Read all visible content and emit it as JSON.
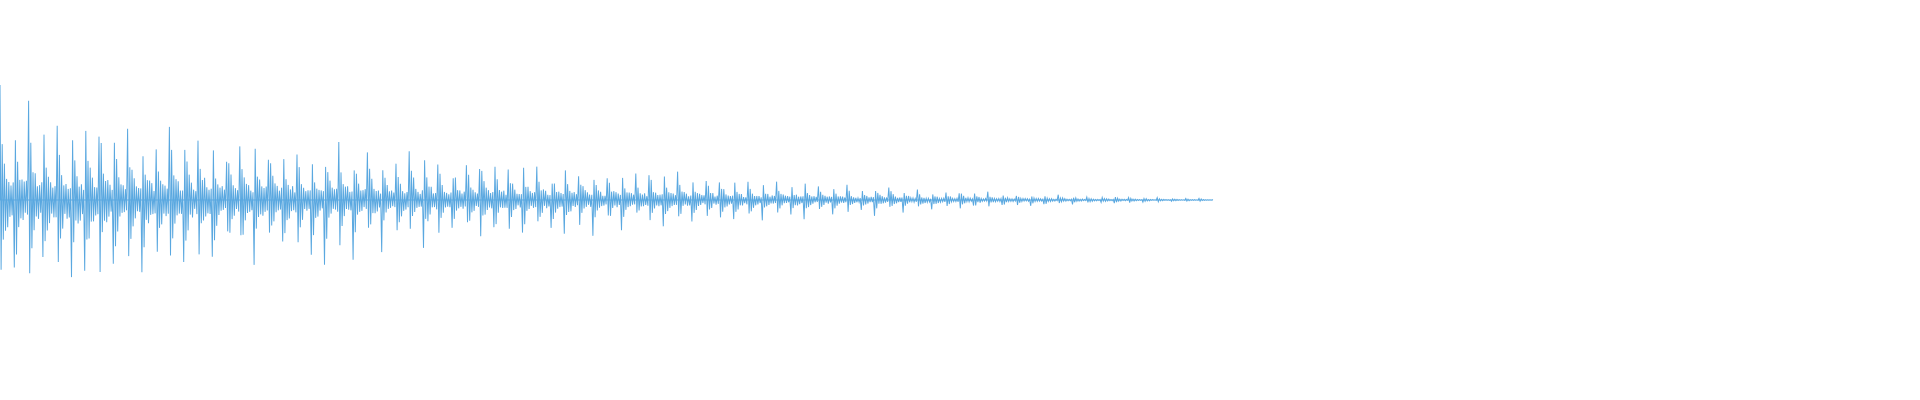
{
  "waveform": {
    "color": "#5aa8e0",
    "background": "#ffffff",
    "pulse_count": 86,
    "sound_fraction_of_width": 0.632,
    "start_amplitude": 0.58,
    "end_amplitude": 0.01
  }
}
